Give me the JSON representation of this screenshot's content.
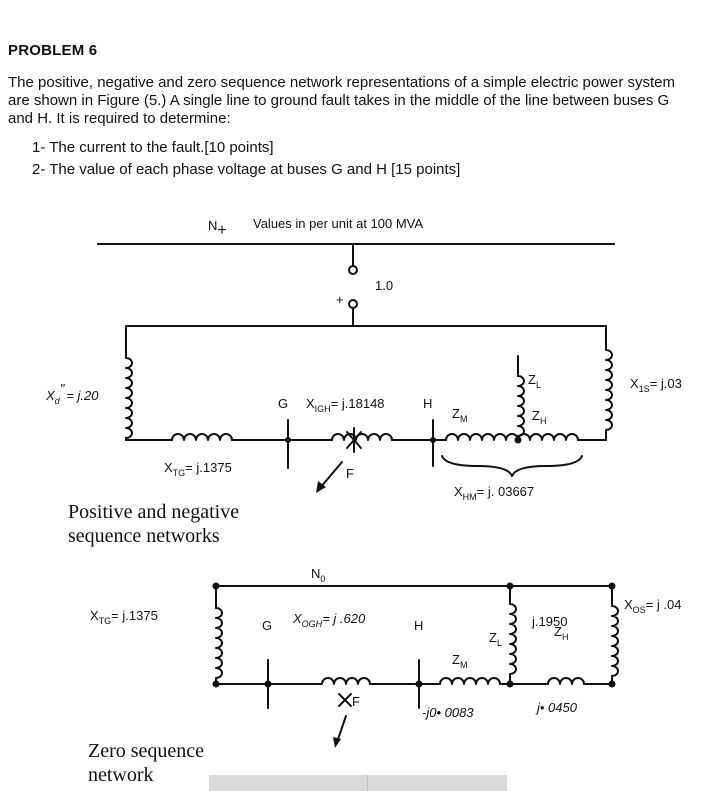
{
  "problem": {
    "title": "PROBLEM 6",
    "statement": "The positive, negative and zero sequence network representations of a simple electric power system are shown in Figure (5.) A single line to ground fault takes in the middle of the line between buses G and H. It is required to determine:",
    "questions": [
      "1-  The current to the fault.[10 points]",
      "2-  The value of each phase voltage at buses G and H [15 points]"
    ]
  },
  "figure": {
    "units_note": "Values in per unit at 100 MVA",
    "positive": {
      "neutral": "N",
      "neutral_sign": "+",
      "source_value": "1.0",
      "plus_sign": "+",
      "xd_main": "X",
      "xd_sub": "d",
      "xd_sup": "\"",
      "xd_value": "= j.20",
      "x1s_main": "X",
      "x1s_sub": "1S",
      "x1s_value": "= j.03",
      "bus_g": "G",
      "bus_h": "H",
      "xigh_main": "X",
      "xigh_sub": "IGH",
      "xigh_value": "= j.18148",
      "zm_main": "Z",
      "zm_sub": "M",
      "zl_main": "Z",
      "zl_sub": "L",
      "zh_main": "Z",
      "zh_sub": "H",
      "xtg_main": "X",
      "xtg_sub": "TG",
      "xtg_value": "= j.1375",
      "fault": "F",
      "xhm_main": "X",
      "xhm_sub": "HM",
      "xhm_value": "= j. 03667",
      "caption_line1": "Positive and negative",
      "caption_line2": "sequence networks"
    },
    "zero": {
      "neutral": "N",
      "neutral_sub": "0",
      "xtg_main": "X",
      "xtg_sub": "TG",
      "xtg_value": "= j.1375",
      "bus_g": "G",
      "bus_h": "H",
      "xogh_main": "X",
      "xogh_sub": "OGH",
      "xogh_value": "= j .620",
      "zm_main": "Z",
      "zm_sub": "M",
      "zl_main": "Z",
      "zl_sub": "L",
      "zh_main": "Z",
      "zh_sub": "H",
      "zl_value": "j.1950",
      "xos_main": "X",
      "xos_sub": "OS",
      "xos_value": "= j .04",
      "fault": "F",
      "zm_value": "-j0• 0083",
      "zh_value": "j• 0450",
      "caption_line1": "Zero sequence",
      "caption_line2": "network"
    }
  }
}
